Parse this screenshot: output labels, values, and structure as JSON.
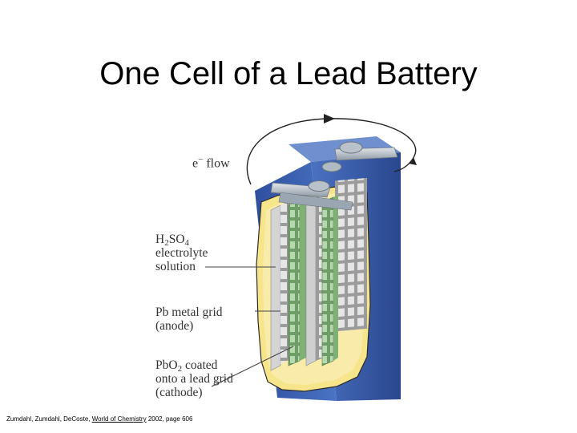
{
  "title": "One Cell of a Lead Battery",
  "labels": {
    "eflow_base": "e",
    "eflow_sup": "−",
    "eflow_word": " flow",
    "h2so4_h": "H",
    "h2so4_sub2": "2",
    "h2so4_so": "SO",
    "h2so4_sub4": "4",
    "h2so4_line2": "electrolyte",
    "h2so4_line3": "solution",
    "pb_line1": "Pb metal grid",
    "pb_line2": "(anode)",
    "pbo2_pbo": "PbO",
    "pbo2_sub": "2",
    "pbo2_rest": " coated",
    "pbo2_line2": "onto a lead grid",
    "pbo2_line3": "(cathode)"
  },
  "citation": {
    "authors": "Zumdahl, Zumdahl, DeCoste, ",
    "book": "World of Chemistry",
    "rest": " 2002, page 606"
  },
  "colors": {
    "case_blue": "#3e64b4",
    "electrolyte_yellow": "#f6e58a",
    "anode_gray": "#c8c8c8",
    "cathode_green": "#8fbf88",
    "terminal_gray": "#9aa6b2"
  }
}
